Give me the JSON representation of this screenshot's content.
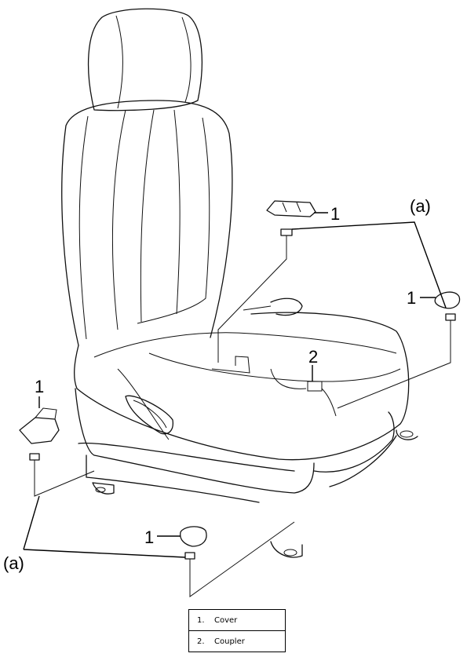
{
  "callouts": {
    "cover": "1",
    "coupler": "2",
    "group_a": "(a)"
  },
  "legend": [
    {
      "num": "1.",
      "label": "Cover"
    },
    {
      "num": "2.",
      "label": "Coupler"
    }
  ]
}
